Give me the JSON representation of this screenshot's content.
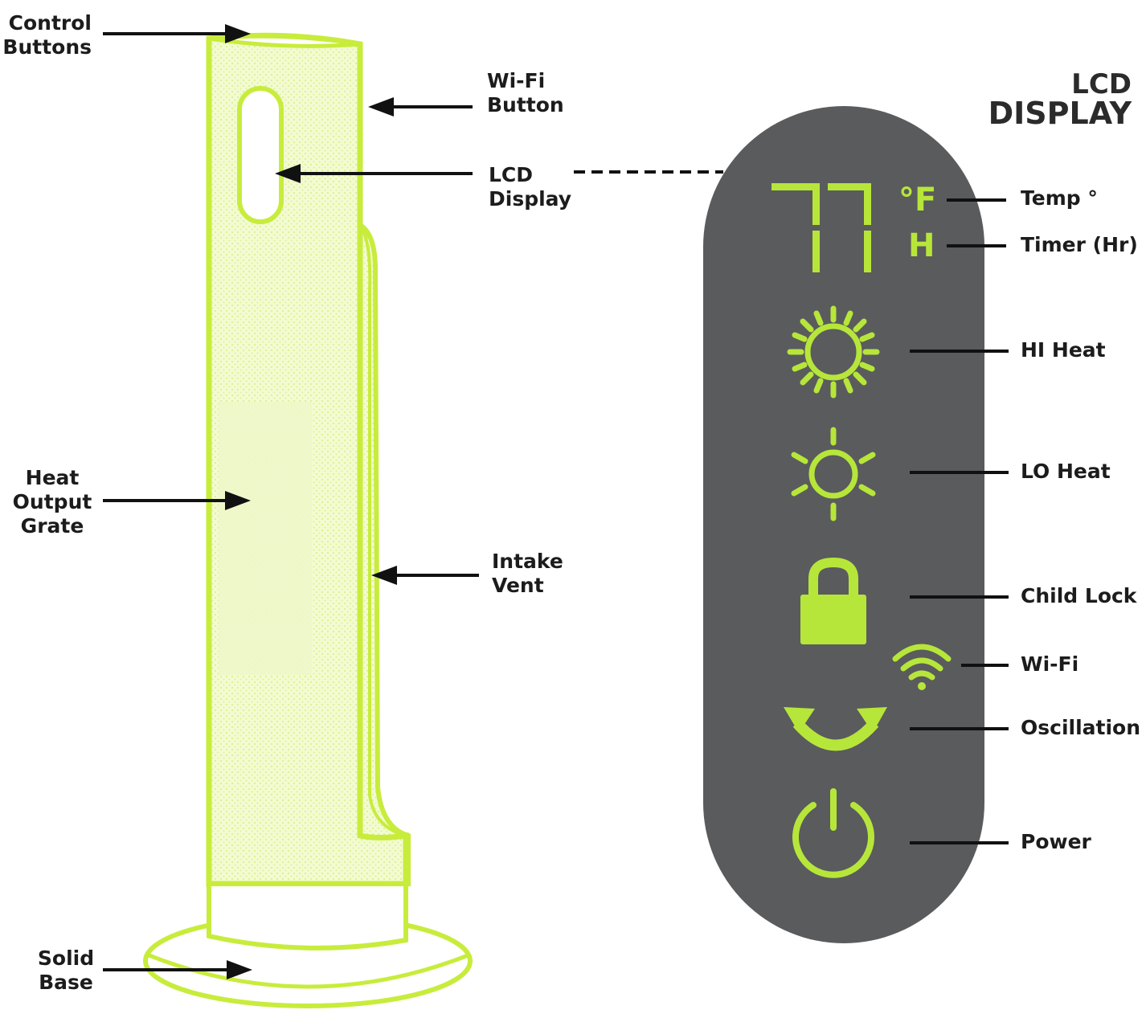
{
  "heater_labels": {
    "control_buttons": [
      "Control",
      "Buttons"
    ],
    "wifi_button": [
      "Wi-Fi",
      "Button"
    ],
    "lcd_display": [
      "LCD",
      "Display"
    ],
    "heat_output_grate": [
      "Heat",
      "Output",
      "Grate"
    ],
    "intake_vent": [
      "Intake",
      "Vent"
    ],
    "solid_base": [
      "Solid",
      "Base"
    ]
  },
  "panel": {
    "title": [
      "LCD",
      "DISPLAY"
    ],
    "readout_digits": "77",
    "temp_unit": "°F",
    "timer_unit": "H",
    "labels": {
      "temp": "Temp °",
      "timer": "Timer (Hr)",
      "hi_heat": "HI Heat",
      "lo_heat": "LO Heat",
      "child_lock": "Child Lock",
      "wifi": "Wi-Fi",
      "oscillation": "Oscillation",
      "power": "Power"
    },
    "icons": [
      "sun-hi-icon",
      "sun-lo-icon",
      "lock-icon",
      "wifi-icon",
      "oscillation-icon",
      "power-icon"
    ]
  },
  "colors": {
    "accent": "#b7e63a",
    "panel": "#5a5b5d",
    "outline": "#c8ec3c",
    "text": "#1c1c1c"
  }
}
